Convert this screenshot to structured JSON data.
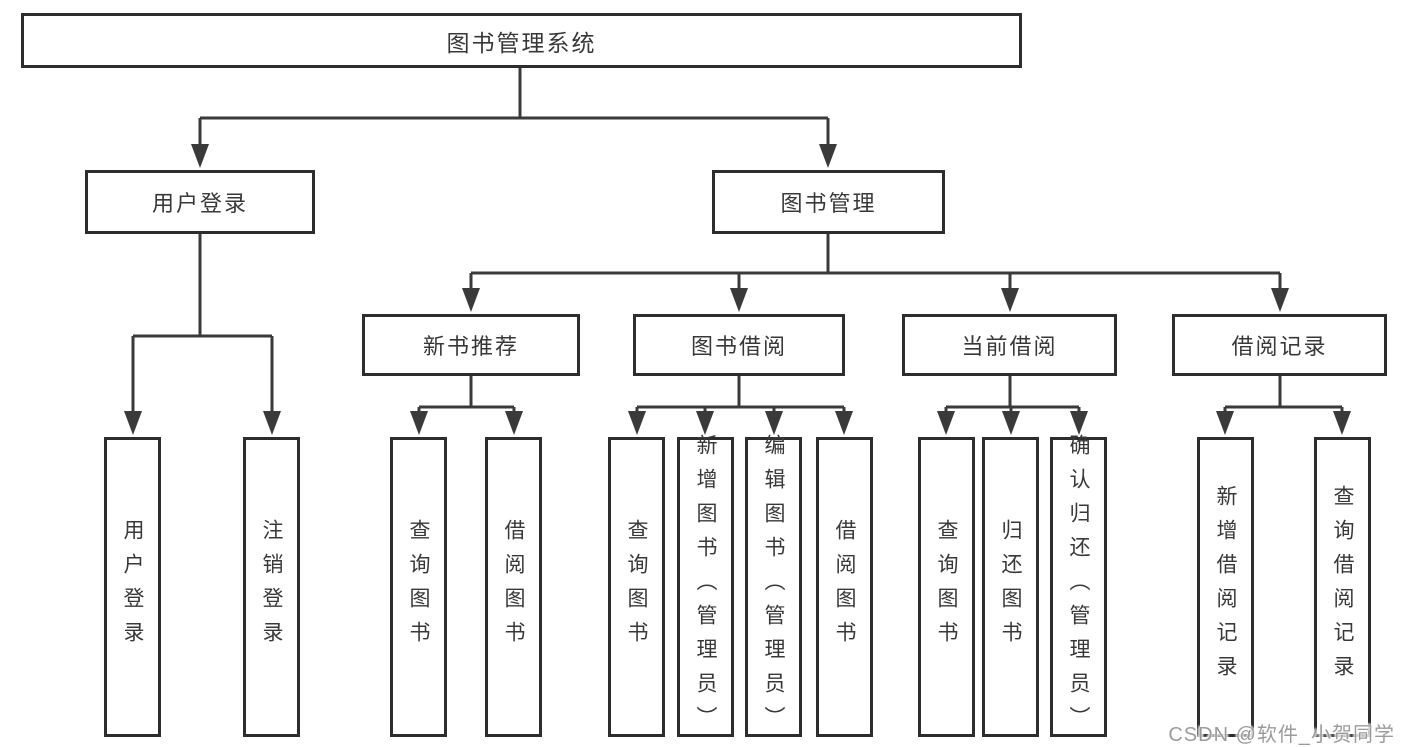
{
  "tree": {
    "label": "图书管理系统",
    "children": [
      {
        "label": "用户登录",
        "children": [
          {
            "label": "用户登录"
          },
          {
            "label": "注销登录"
          }
        ]
      },
      {
        "label": "图书管理",
        "children": [
          {
            "label": "新书推荐",
            "children": [
              {
                "label": "查询图书"
              },
              {
                "label": "借阅图书"
              }
            ]
          },
          {
            "label": "图书借阅",
            "children": [
              {
                "label": "查询图书"
              },
              {
                "label": "新增图书（管理员）"
              },
              {
                "label": "编辑图书（管理员）"
              },
              {
                "label": "借阅图书"
              }
            ]
          },
          {
            "label": "当前借阅",
            "children": [
              {
                "label": "查询图书"
              },
              {
                "label": "归还图书"
              },
              {
                "label": "确认归还（管理员）"
              }
            ]
          },
          {
            "label": "借阅记录",
            "children": [
              {
                "label": "新增借阅记录"
              },
              {
                "label": "查询借阅记录"
              }
            ]
          }
        ]
      }
    ]
  },
  "watermark": {
    "text": "CSDN @软件_小贺同学"
  },
  "colors": {
    "background": "#ffffff",
    "line": "#3a3a3a",
    "box_border": "#2d2d2d",
    "text": "#383838",
    "watermark": "#9b9b9b"
  }
}
